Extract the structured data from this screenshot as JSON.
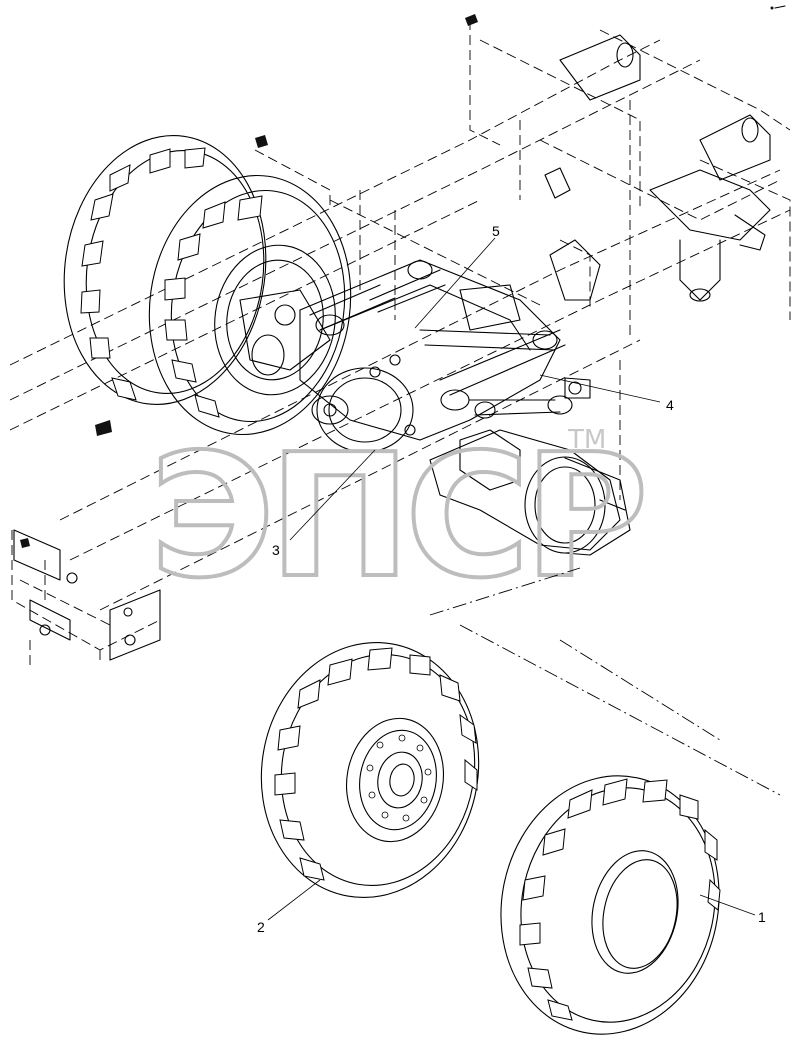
{
  "diagram": {
    "type": "exploded-parts-view",
    "callouts": [
      {
        "id": "1",
        "label": "1"
      },
      {
        "id": "2",
        "label": "2"
      },
      {
        "id": "3",
        "label": "3"
      },
      {
        "id": "4",
        "label": "4"
      },
      {
        "id": "5",
        "label": "5"
      }
    ]
  },
  "watermark": {
    "text": "ЭПСР",
    "trademark": "TM"
  },
  "colors": {
    "line": "#000000",
    "watermark": "#bdbdbd",
    "background": "#ffffff"
  }
}
